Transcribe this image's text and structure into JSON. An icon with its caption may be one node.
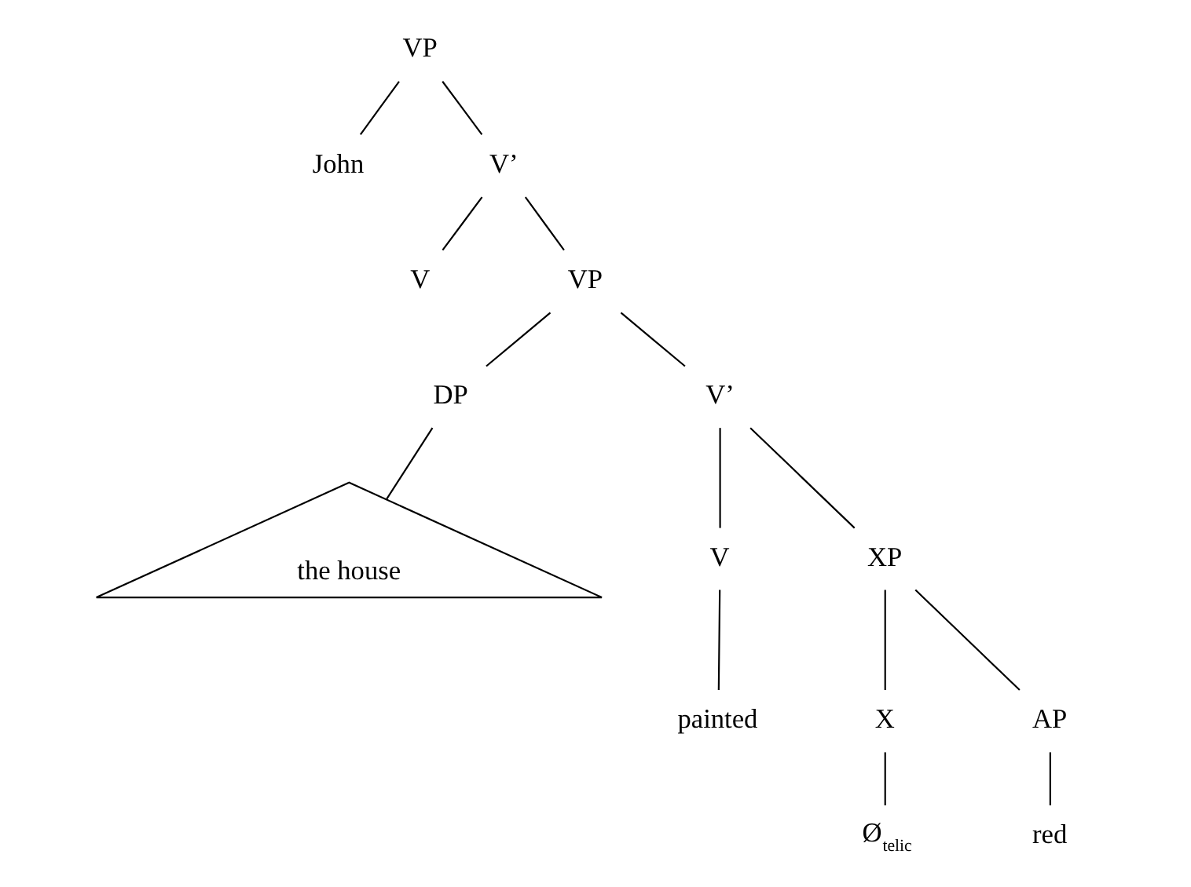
{
  "diagram": {
    "nodes": [
      {
        "text": [
          "VP"
        ]
      },
      {
        "text": [
          "John"
        ]
      },
      {
        "text": [
          "V’"
        ]
      },
      {
        "text": [
          "V"
        ]
      },
      {
        "text": [
          "VP"
        ]
      },
      {
        "text": [
          "DP"
        ]
      },
      {
        "text": [
          "V’"
        ]
      },
      {
        "text": [
          "the house"
        ]
      },
      {
        "text": [
          "V"
        ]
      },
      {
        "text": [
          "XP"
        ]
      },
      {
        "text": [
          "painted"
        ]
      },
      {
        "text": [
          "X"
        ]
      },
      {
        "text": [
          "AP"
        ]
      },
      {
        "text": [
          "Ø$_{telic}$"
        ]
      },
      {
        "text": [
          "red"
        ]
      }
    ],
    "edges": [
      {
        "from": 0,
        "to": 1,
        "arrow": "none"
      },
      {
        "from": 0,
        "to": 2,
        "arrow": "none"
      },
      {
        "from": 2,
        "to": 3,
        "arrow": "none"
      },
      {
        "from": 2,
        "to": 4,
        "arrow": "none"
      },
      {
        "from": 4,
        "to": 5,
        "arrow": "none"
      },
      {
        "from": 4,
        "to": 6,
        "arrow": "none"
      },
      {
        "from": 5,
        "to": 7,
        "arrow": "none"
      },
      {
        "from": 6,
        "to": 8,
        "arrow": "none"
      },
      {
        "from": 6,
        "to": 9,
        "arrow": "none"
      },
      {
        "from": 8,
        "to": 10,
        "arrow": "none"
      },
      {
        "from": 9,
        "to": 11,
        "arrow": "none"
      },
      {
        "from": 9,
        "to": 12,
        "arrow": "none"
      },
      {
        "from": 11,
        "to": 13,
        "arrow": "none"
      },
      {
        "from": 12,
        "to": 14,
        "arrow": "none"
      }
    ]
  }
}
